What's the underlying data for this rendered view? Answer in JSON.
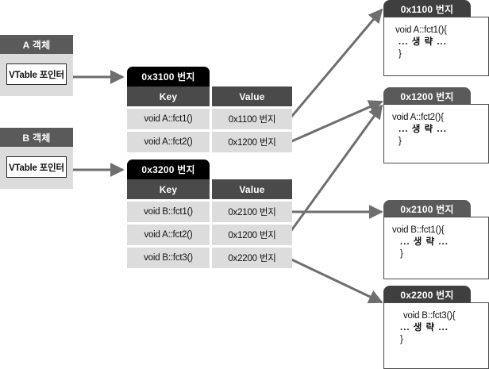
{
  "diagram": {
    "title": "C++ VTable (virtual function table) dispatch diagram",
    "colors": {
      "object_header": "#5a5a5a",
      "object_body": "#dcdcdc",
      "vtable_address_bar": "#000000",
      "vtable_column_header": "#4a4a4a",
      "vtable_cell": "#dcdcdc",
      "code_tab_dark": "#3f3f3f",
      "code_tab_gray": "#5a5a5a",
      "arrow": "#6e6e6e"
    }
  },
  "objects": [
    {
      "id": "obj-a",
      "title": "A 객체",
      "pointer_label": "VTable 포인터"
    },
    {
      "id": "obj-b",
      "title": "B 객체",
      "pointer_label": "VTable 포인터"
    }
  ],
  "vtables": [
    {
      "id": "vtable-a",
      "address": "0x3100 번지",
      "columns": {
        "key": "Key",
        "value": "Value"
      },
      "rows": [
        {
          "key": "void A::fct1()",
          "value": "0x1100 번지"
        },
        {
          "key": "void A::fct2()",
          "value": "0x1200 번지"
        }
      ]
    },
    {
      "id": "vtable-b",
      "address": "0x3200 번지",
      "columns": {
        "key": "Key",
        "value": "Value"
      },
      "rows": [
        {
          "key": "void B::fct1()",
          "value": "0x2100 번지"
        },
        {
          "key": "void A::fct2()",
          "value": "0x1200 번지"
        },
        {
          "key": "void B::fct3()",
          "value": "0x2200 번지"
        }
      ]
    }
  ],
  "code_blocks": [
    {
      "id": "code-1100",
      "address": "0x1100 번지",
      "signature": "void A::fct1(){",
      "omitted": "... 생 략 ...",
      "close": "}"
    },
    {
      "id": "code-1200",
      "address": "0x1200 번지",
      "signature": "void A::fct2(){",
      "omitted": "... 생 략 ...",
      "close": "}"
    },
    {
      "id": "code-2100",
      "address": "0x2100 번지",
      "signature": "void B::fct1(){",
      "omitted": "... 생 략 ...",
      "close": "}"
    },
    {
      "id": "code-2200",
      "address": "0x2200 번지",
      "signature": "void B::fct3(){",
      "omitted": "... 생 략 ...",
      "close": "}"
    }
  ]
}
